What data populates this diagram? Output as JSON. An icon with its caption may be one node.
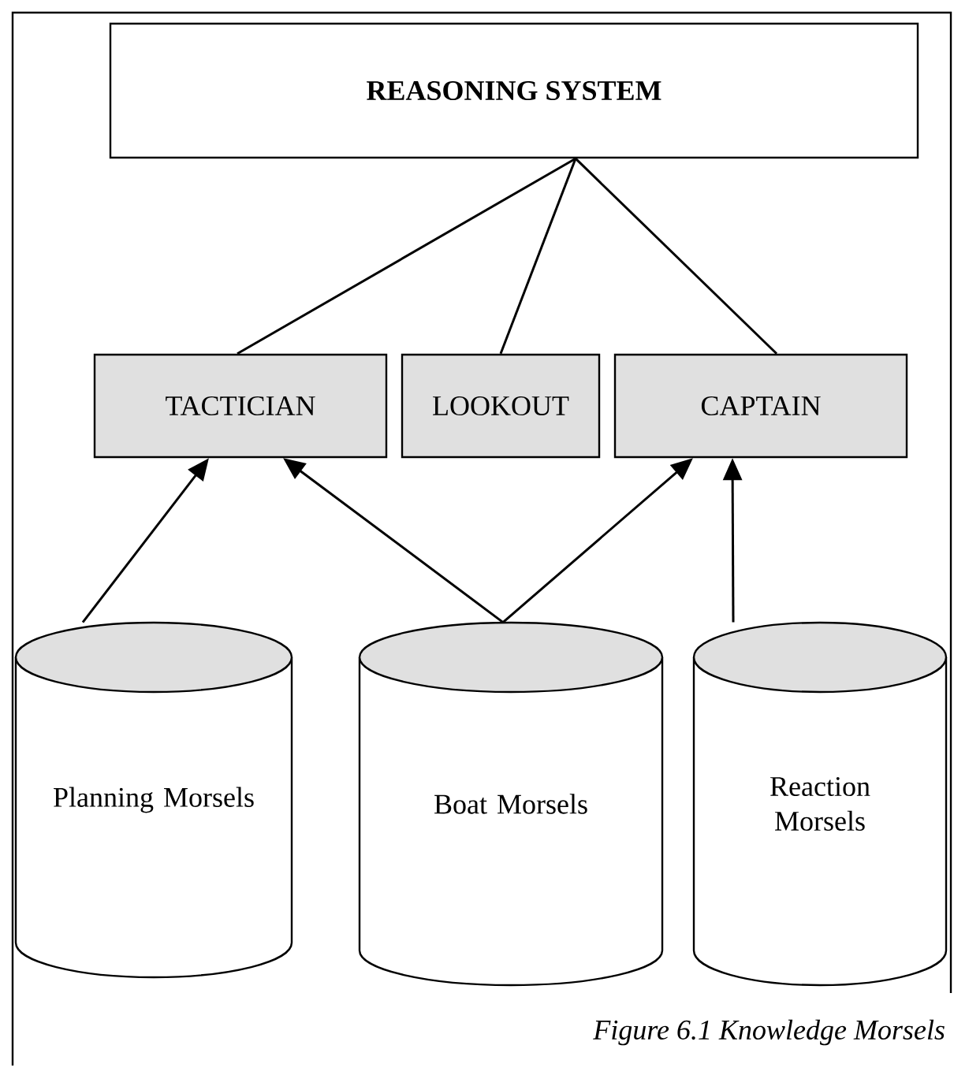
{
  "diagram": {
    "caption": "Figure 6.1 Knowledge Morsels",
    "nodes": [
      {
        "text": [
          "REASONING SYSTEM"
        ]
      },
      {
        "text": [
          "TACTICIAN"
        ]
      },
      {
        "text": [
          "LOOKOUT"
        ]
      },
      {
        "text": [
          "CAPTAIN"
        ]
      },
      {
        "text": [
          "Planning Morsels"
        ]
      },
      {
        "text": [
          "Boat Morsels"
        ]
      },
      {
        "text": [
          "Reaction Morsels"
        ]
      }
    ],
    "edges": [
      {
        "from": 0,
        "to": 1,
        "arrow": "none"
      },
      {
        "from": 0,
        "to": 2,
        "arrow": "none"
      },
      {
        "from": 0,
        "to": 3,
        "arrow": "none"
      },
      {
        "from": 4,
        "to": 1,
        "arrow": "to"
      },
      {
        "from": 5,
        "to": 1,
        "arrow": "to"
      },
      {
        "from": 5,
        "to": 3,
        "arrow": "to"
      },
      {
        "from": 6,
        "to": 3,
        "arrow": "to"
      }
    ]
  }
}
